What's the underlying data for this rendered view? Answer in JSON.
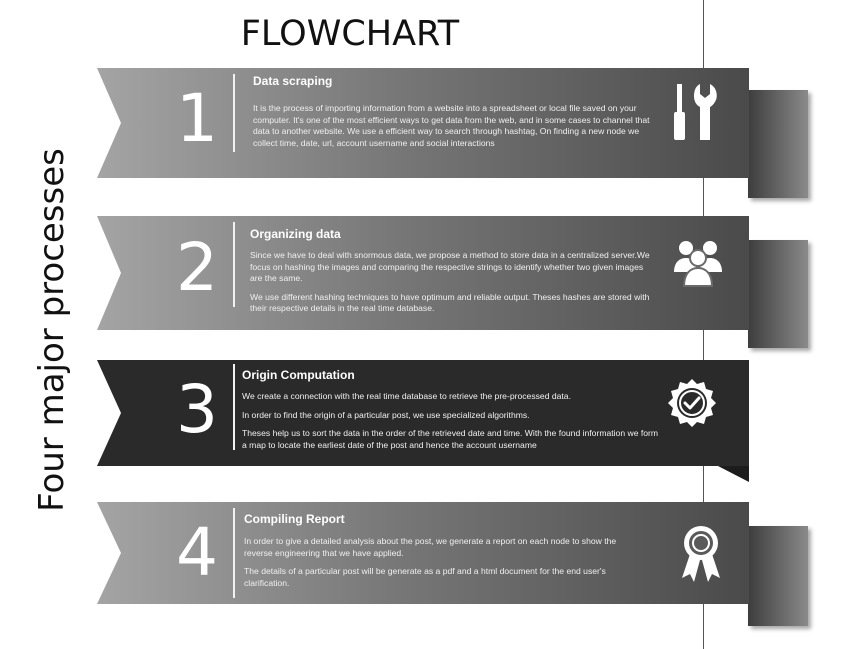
{
  "title": "FLOWCHART",
  "side_title": "Four major processes",
  "steps": [
    {
      "number": "1",
      "heading": "Data scraping",
      "paragraphs": [
        "It is the process of importing information from a website into a spreadsheet or local file saved on your computer. It's one of the most efficient ways to get data from the web, and in some cases to channel that data to another website. We use a efficient way to search through hashtag, On finding a new node we collect time, date, url, account username and social interactions"
      ],
      "icon": "tools-icon"
    },
    {
      "number": "2",
      "heading": "Organizing data",
      "paragraphs": [
        "Since we have to deal with snormous data, we propose a method to store data in a centralized server.We focus on hashing the images and comparing the respective strings to identify whether two  given images are the same.",
        "We use different hashing techniques to have optimum and reliable output. Theses hashes are stored with their respective details in the real time database."
      ],
      "icon": "users-icon"
    },
    {
      "number": "3",
      "heading": "Origin Computation",
      "paragraphs": [
        "We create a connection with the real time database to retrieve the pre-processed data.",
        "In order to find the origin of a particular post, we use specialized algorithms.",
        "Theses  help us  to sort the data in the order of the retrieved date and time. With the found information we form a map to locate the earliest date of the post and hence the account username"
      ],
      "icon": "badge-check-icon"
    },
    {
      "number": "4",
      "heading": "Compiling Report",
      "paragraphs": [
        "In order to give a detailed analysis about the post, we generate a report on each node to show the reverse engineering that we have applied.",
        "The details of a particular post will be generate as a pdf and a html document for the end user's clarification."
      ],
      "icon": "award-ribbon-icon"
    }
  ]
}
